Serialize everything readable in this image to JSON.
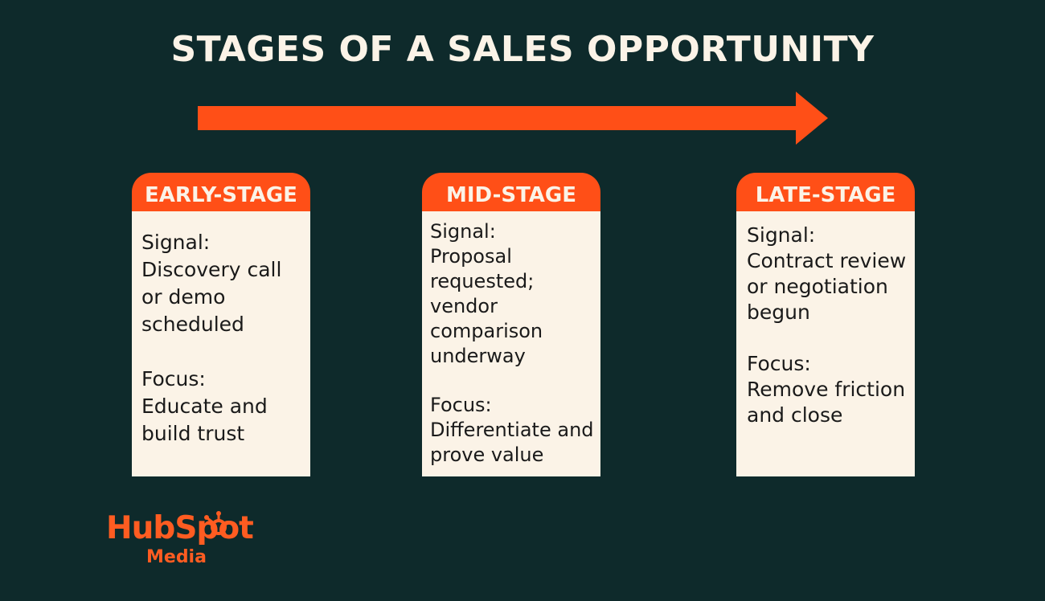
{
  "title": "STAGES OF A SALES OPPORTUNITY",
  "colors": {
    "background": "#0e2a2b",
    "accent": "#ff4f17",
    "card_body": "#fbf3e7",
    "text_light": "#fbf3e7",
    "text_dark": "#1a1a1a"
  },
  "stages": [
    {
      "label": "EARLY-STAGE",
      "signal_label": "Signal:",
      "signal": "Discovery call or demo scheduled",
      "focus_label": "Focus:",
      "focus": "Educate and build trust"
    },
    {
      "label": "MID-STAGE",
      "signal_label": "Signal:",
      "signal": "Proposal requested; vendor comparison underway",
      "focus_label": "Focus:",
      "focus": "Differentiate and prove value"
    },
    {
      "label": "LATE-STAGE",
      "signal_label": "Signal:",
      "signal": "Contract review or negotiation begun",
      "focus_label": "Focus:",
      "focus": "Remove friction and close"
    }
  ],
  "logo": {
    "brand": "HubSpot",
    "sub": "Media",
    "icon": "sprocket-icon"
  }
}
